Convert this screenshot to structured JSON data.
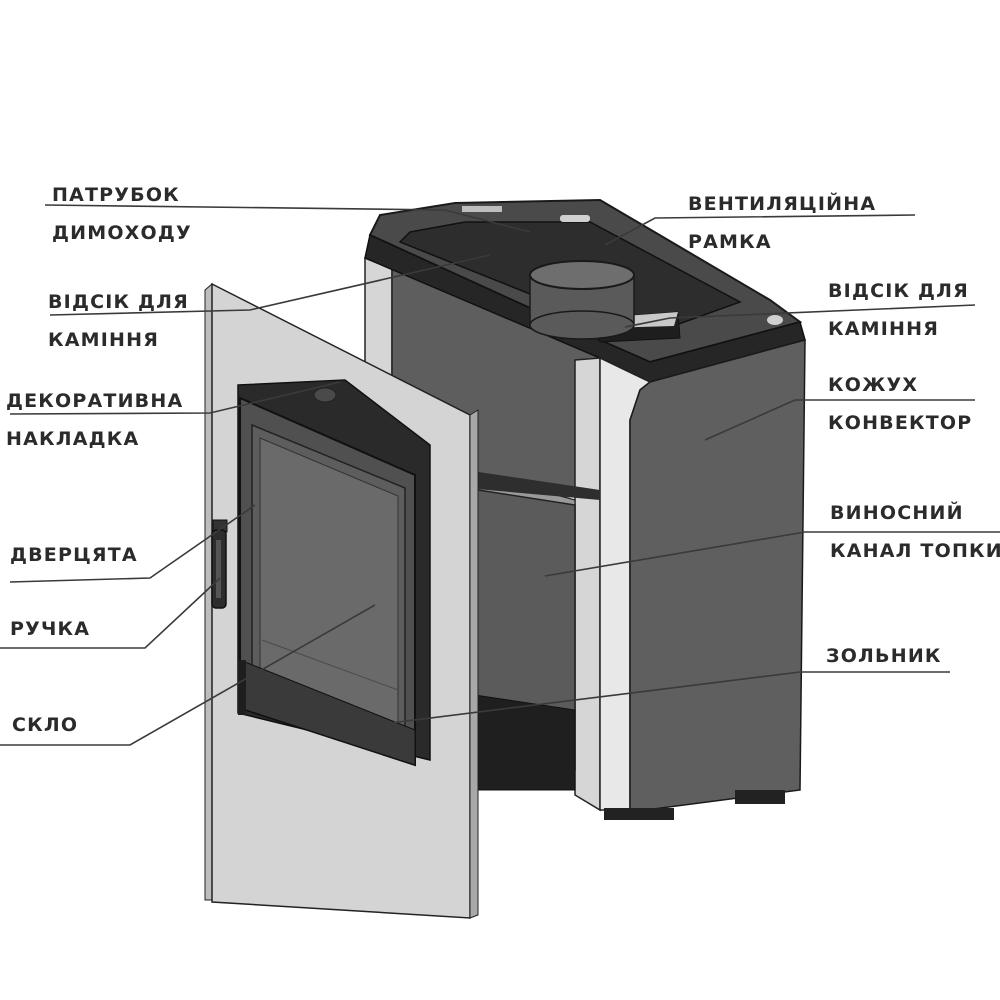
{
  "labels": {
    "flue_pipe": [
      "ПАТРУБОК",
      "ДИМОХОДУ"
    ],
    "vent_frame": [
      "ВЕНТИЛЯЦІЙНА",
      "РАМКА"
    ],
    "stone_compartment_left": [
      "ВІДСІК ДЛЯ",
      "КАМІННЯ"
    ],
    "stone_compartment_right": [
      "ВІДСІК ДЛЯ",
      "КАМІННЯ"
    ],
    "decorative_panel": [
      "ДЕКОРАТИВНА",
      "НАКЛАДКА"
    ],
    "convector_casing": [
      "КОЖУХ",
      "КОНВЕКТОР"
    ],
    "door": [
      "ДВЕРЦЯТА"
    ],
    "remote_firebox_channel": [
      "ВИНОСНИЙ",
      "КАНАЛ ТОПКИ"
    ],
    "handle": [
      "РУЧКА"
    ],
    "ash_pan": [
      "ЗОЛЬНИК"
    ],
    "glass": [
      "СКЛО"
    ]
  },
  "colors": {
    "casing_dark": "#5a5a5a",
    "casing_mid": "#6b6b6b",
    "panel_light": "#d2d2d2",
    "edge_black": "#1e1e1e",
    "leader_line": "#3a3a3a"
  }
}
